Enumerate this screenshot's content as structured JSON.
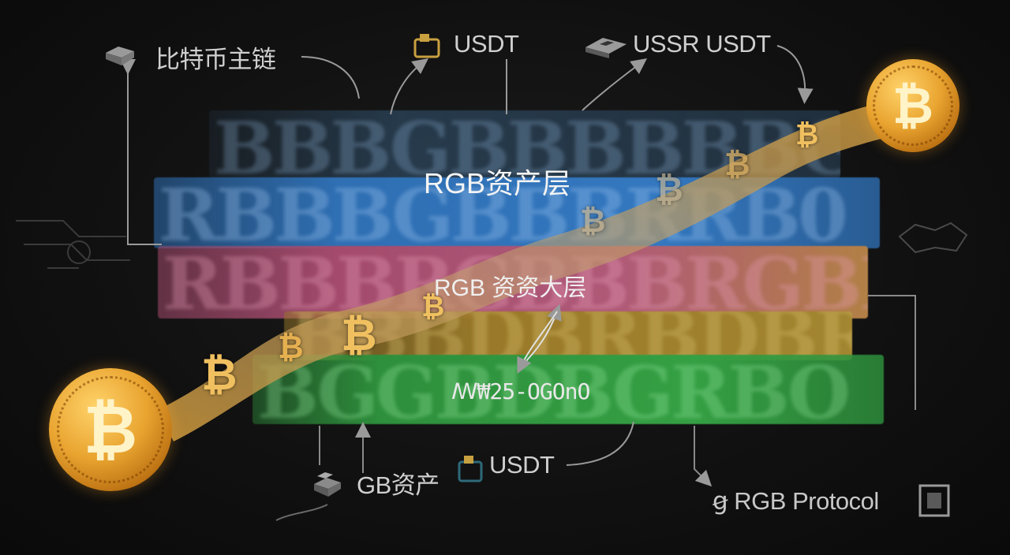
{
  "top_labels": {
    "bitcoin_mainchain": "比特币主链",
    "usdt": "USDT",
    "ussr_usdt": "USSR USDT"
  },
  "layers": [
    {
      "ghost_text": "BBBGBBBBBBGBB",
      "color": "#2e4a63"
    },
    {
      "ghost_text": "RBBBGBBBRRB0",
      "color": "#2f6fb3"
    },
    {
      "ghost_text": "RBBBRGBBBRGBB",
      "color": "#a44b6d"
    },
    {
      "ghost_text": "BBBDBRBDBRBD",
      "color": "#9a7a2a"
    },
    {
      "ghost_text": "BGGBDBGRBO",
      "color": "#2e8f3c"
    }
  ],
  "layer_labels": {
    "asset_layer": "RGB资产层",
    "second_layer": "RGB 资资大层",
    "code_text": "ꟿ₩25-OGOnO"
  },
  "bottom_labels": {
    "gb_asset": "GB资产",
    "usdt": "USDT",
    "protocol": "ꞡ RGB Protocol"
  },
  "coin_symbol": "₿",
  "colors": {
    "gold": "#e9a430",
    "ribbon": "#c8953a",
    "background": "#111111"
  }
}
